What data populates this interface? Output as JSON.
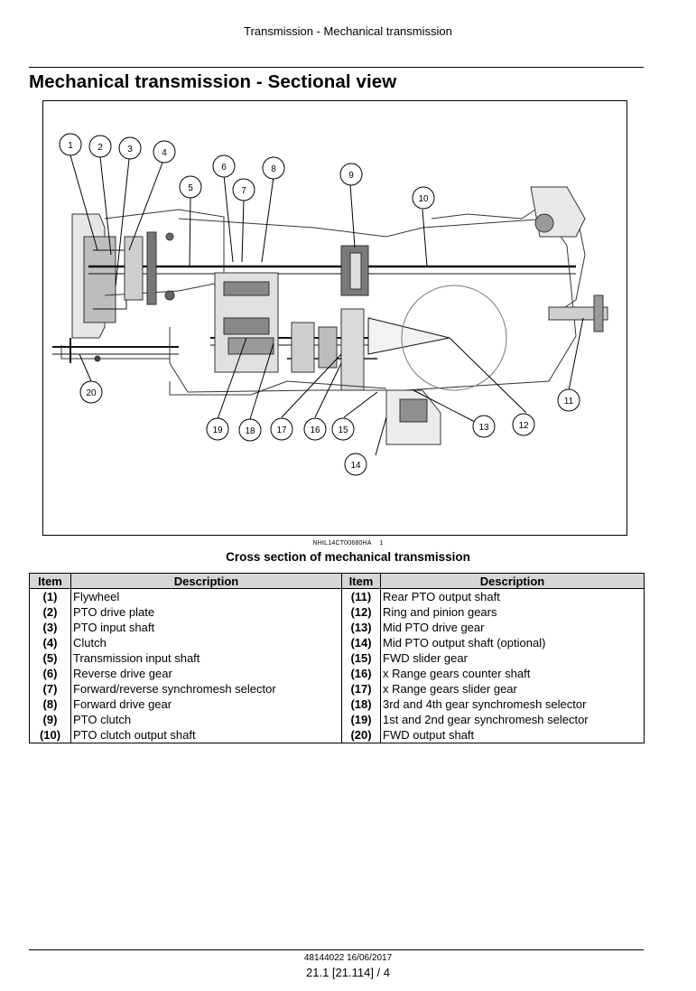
{
  "header": {
    "section": "Transmission - Mechanical transmission"
  },
  "page_title": "Mechanical transmission - Sectional view",
  "figure": {
    "code": "NHIL14CT00680HA",
    "index": "1",
    "caption": "Cross section of mechanical transmission",
    "callouts": [
      "1",
      "2",
      "3",
      "4",
      "5",
      "6",
      "7",
      "8",
      "9",
      "10",
      "11",
      "12",
      "13",
      "14",
      "15",
      "16",
      "17",
      "18",
      "19",
      "20"
    ]
  },
  "table": {
    "headers": [
      "Item",
      "Description",
      "Item",
      "Description"
    ],
    "rows": [
      [
        {
          "item": "(1)",
          "desc": "Flywheel"
        },
        {
          "item": "(11)",
          "desc": "Rear PTO output shaft"
        }
      ],
      [
        {
          "item": "(2)",
          "desc": "PTO drive plate"
        },
        {
          "item": "(12)",
          "desc": "Ring and pinion gears"
        }
      ],
      [
        {
          "item": "(3)",
          "desc": "PTO input shaft"
        },
        {
          "item": "(13)",
          "desc": "Mid PTO drive gear"
        }
      ],
      [
        {
          "item": "(4)",
          "desc": "Clutch"
        },
        {
          "item": "(14)",
          "desc": "Mid PTO output shaft (optional)"
        }
      ],
      [
        {
          "item": "(5)",
          "desc": "Transmission input shaft"
        },
        {
          "item": "(15)",
          "desc": "FWD slider gear"
        }
      ],
      [
        {
          "item": "(6)",
          "desc": "Reverse drive gear"
        },
        {
          "item": "(16)",
          "desc": "x Range gears counter shaft"
        }
      ],
      [
        {
          "item": "(7)",
          "desc": "Forward/reverse synchromesh selector"
        },
        {
          "item": "(17)",
          "desc": "x Range gears slider gear"
        }
      ],
      [
        {
          "item": "(8)",
          "desc": "Forward drive gear"
        },
        {
          "item": "(18)",
          "desc": "3rd and 4th gear synchromesh selector"
        }
      ],
      [
        {
          "item": "(9)",
          "desc": "PTO clutch"
        },
        {
          "item": "(19)",
          "desc": "1st and 2nd gear synchromesh selector"
        }
      ],
      [
        {
          "item": "(10)",
          "desc": "PTO clutch output shaft"
        },
        {
          "item": "(20)",
          "desc": "FWD output shaft"
        }
      ]
    ]
  },
  "footer": {
    "doc_code": "48144022 16/06/2017",
    "page_ref": "21.1 [21.114] / 4"
  }
}
